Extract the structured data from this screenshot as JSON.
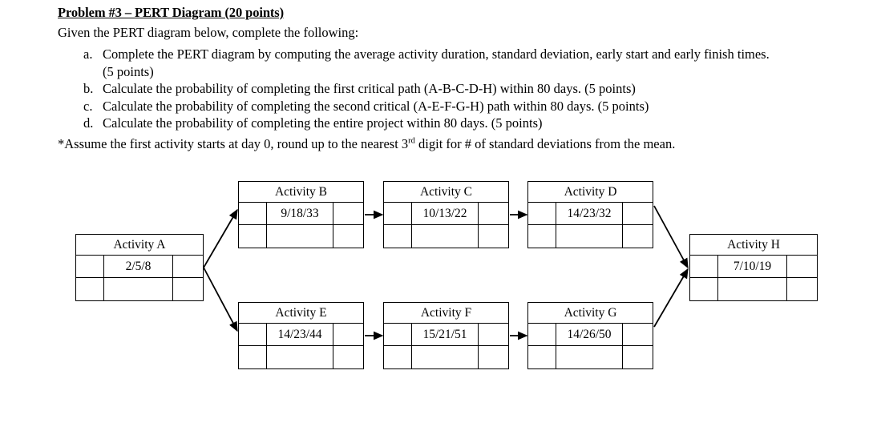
{
  "problem": {
    "title": "Problem #3 – PERT Diagram (20 points)",
    "intro": "Given the PERT diagram below, complete the following:",
    "items": [
      {
        "marker": "a.",
        "text": "Complete the PERT diagram by computing the average activity duration, standard deviation, early start and early finish times.",
        "continuation": "(5 points)"
      },
      {
        "marker": "b.",
        "text": "Calculate the probability of completing the first critical path (A-B-C-D-H) within 80 days. (5 points)",
        "continuation": ""
      },
      {
        "marker": "c.",
        "text": "Calculate the probability of completing the second critical (A-E-F-G-H) path within 80 days. (5 points)",
        "continuation": ""
      },
      {
        "marker": "d.",
        "text": "Calculate the probability of completing the entire project within 80 days. (5 points)",
        "continuation": ""
      }
    ],
    "note_before": "*Assume the first activity starts at day 0, round up to the nearest 3",
    "note_sup": "rd",
    "note_after": " digit for # of standard deviations from the mean."
  },
  "diagram": {
    "type": "pert",
    "nodes": [
      {
        "id": "a",
        "title": "Activity A",
        "value": "2/5/8",
        "left_cell": "",
        "right_cell": "",
        "bottom_left": "",
        "bottom_mid": "",
        "bottom_right": ""
      },
      {
        "id": "b",
        "title": "Activity B",
        "value": "9/18/33",
        "left_cell": "",
        "right_cell": "",
        "bottom_left": "",
        "bottom_mid": "",
        "bottom_right": ""
      },
      {
        "id": "c",
        "title": "Activity C",
        "value": "10/13/22",
        "left_cell": "",
        "right_cell": "",
        "bottom_left": "",
        "bottom_mid": "",
        "bottom_right": ""
      },
      {
        "id": "d",
        "title": "Activity D",
        "value": "14/23/32",
        "left_cell": "",
        "right_cell": "",
        "bottom_left": "",
        "bottom_mid": "",
        "bottom_right": ""
      },
      {
        "id": "e",
        "title": "Activity E",
        "value": "14/23/44",
        "left_cell": "",
        "right_cell": "",
        "bottom_left": "",
        "bottom_mid": "",
        "bottom_right": ""
      },
      {
        "id": "f",
        "title": "Activity F",
        "value": "15/21/51",
        "left_cell": "",
        "right_cell": "",
        "bottom_left": "",
        "bottom_mid": "",
        "bottom_right": ""
      },
      {
        "id": "g",
        "title": "Activity G",
        "value": "14/26/50",
        "left_cell": "",
        "right_cell": "",
        "bottom_left": "",
        "bottom_mid": "",
        "bottom_right": ""
      },
      {
        "id": "h",
        "title": "Activity H",
        "value": "7/10/19",
        "left_cell": "",
        "right_cell": "",
        "bottom_left": "",
        "bottom_mid": "",
        "bottom_right": ""
      }
    ],
    "edges": [
      {
        "from": "a",
        "to": "b",
        "style": "diagonal-up"
      },
      {
        "from": "a",
        "to": "e",
        "style": "diagonal-down"
      },
      {
        "from": "b",
        "to": "c",
        "style": "horizontal"
      },
      {
        "from": "c",
        "to": "d",
        "style": "horizontal"
      },
      {
        "from": "d",
        "to": "h",
        "style": "diagonal-down"
      },
      {
        "from": "e",
        "to": "f",
        "style": "horizontal"
      },
      {
        "from": "f",
        "to": "g",
        "style": "horizontal"
      },
      {
        "from": "g",
        "to": "h",
        "style": "diagonal-up"
      }
    ],
    "line_color": "#000000"
  }
}
